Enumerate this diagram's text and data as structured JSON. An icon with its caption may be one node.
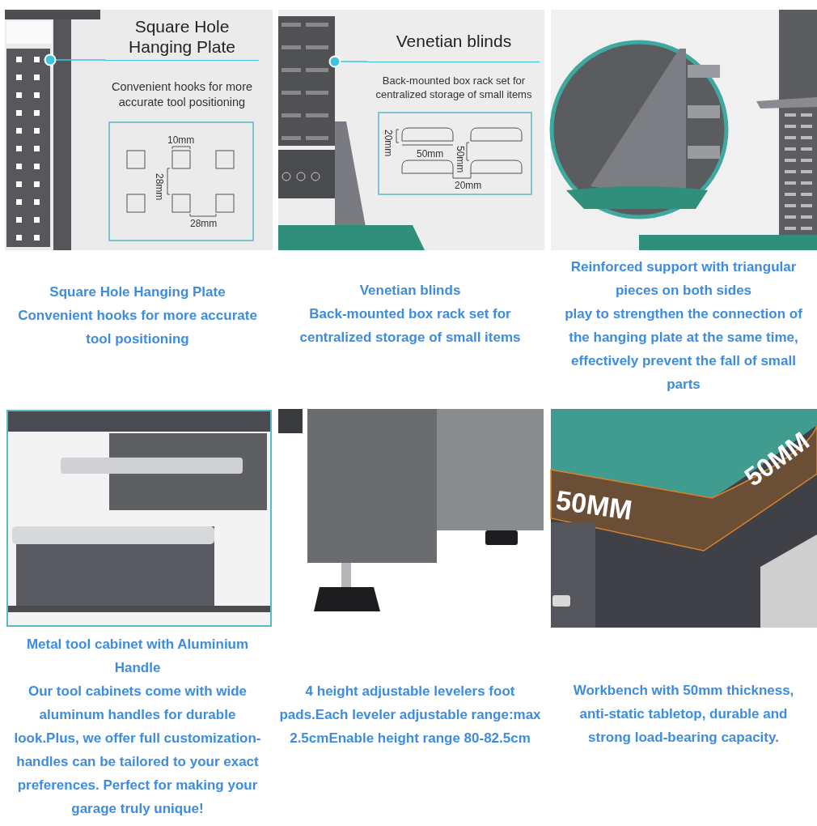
{
  "diagram": {
    "nodes": [
      {
        "text": [
          "Square Hole Hanging Plate",
          "Convenient hooks for more accurate tool positioning"
        ]
      },
      {
        "text": [],
        "shape": "picture"
      },
      {
        "text": [
          "Venetian blinds",
          "Back-mounted box rack set for centralized storage of small items"
        ]
      },
      {
        "text": [],
        "shape": "picture"
      }
    ],
    "edges": [
      {
        "from": 0,
        "to": 1,
        "arrow": "other"
      },
      {
        "from": 2,
        "to": 3,
        "arrow": "other"
      }
    ],
    "labels": [
      "10mm",
      "28mm",
      "28mm",
      "20mm",
      "50mm",
      "50mm",
      "20mm",
      "Square Hole Hanging Plate",
      "Convenient hooks for more accurate tool positioning",
      "Venetian blinds",
      "Back-mounted box rack set for centralized storage of small items",
      "Reinforced support with triangular pieces on both sides",
      "play to strengthen the connection of the hanging plate at the same time, effectively prevent the fall of small parts",
      "50MM",
      "50MM",
      "Metal tool cabinet with Aluminium Handle",
      "Our tool cabinets come with wide aluminum handles for durable look.Plus, we offer full customization-handles can be tailored to your exact preferences. Perfect for making your garage truly unique!",
      "4 height adjustable levelers foot pads.Each leveler adjustable range:max 2.5cmEnable height range 80-82.5cm",
      "Workbench with 50mm thickness, anti-static tabletop, durable and strong load-bearing capacity."
    ]
  }
}
